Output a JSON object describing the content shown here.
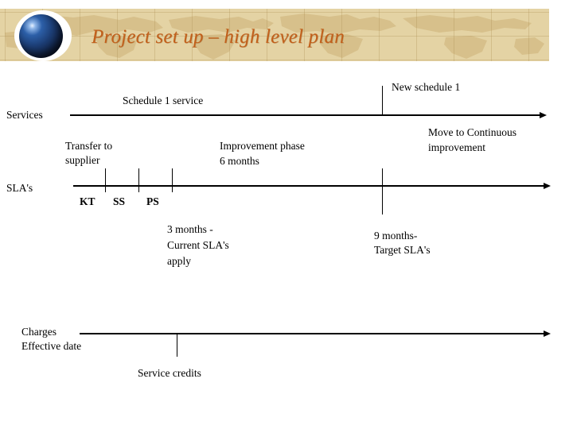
{
  "slide": {
    "title": "Project set up – high level plan",
    "banner_bg": "#e4d3a4",
    "title_color": "#c2601b",
    "globe_icon": "globe-icon"
  },
  "rows": [
    {
      "label": "Services"
    },
    {
      "label": "SLA's"
    },
    {
      "label_line1": "Charges",
      "label_line2": "Effective date"
    }
  ],
  "services_timeline": {
    "above_left_label": "Schedule 1 service",
    "milestone_label": "New schedule 1"
  },
  "sla_timeline": {
    "phase_left_line1": "Transfer to",
    "phase_left_line2": "supplier",
    "phase_mid_line1": "Improvement phase",
    "phase_mid_line2": "6 months",
    "phase_right_line1": "Move to Continuous",
    "phase_right_line2": "improvement",
    "segments": [
      {
        "code": "KT"
      },
      {
        "code": "SS"
      },
      {
        "code": "PS"
      }
    ],
    "note_left_line1": "3 months -",
    "note_left_line2": "Current SLA's",
    "note_left_line3": "apply",
    "note_right_line1": "9 months-",
    "note_right_line2": "Target SLA's"
  },
  "charges_timeline": {
    "milestone_label": "Service credits"
  }
}
